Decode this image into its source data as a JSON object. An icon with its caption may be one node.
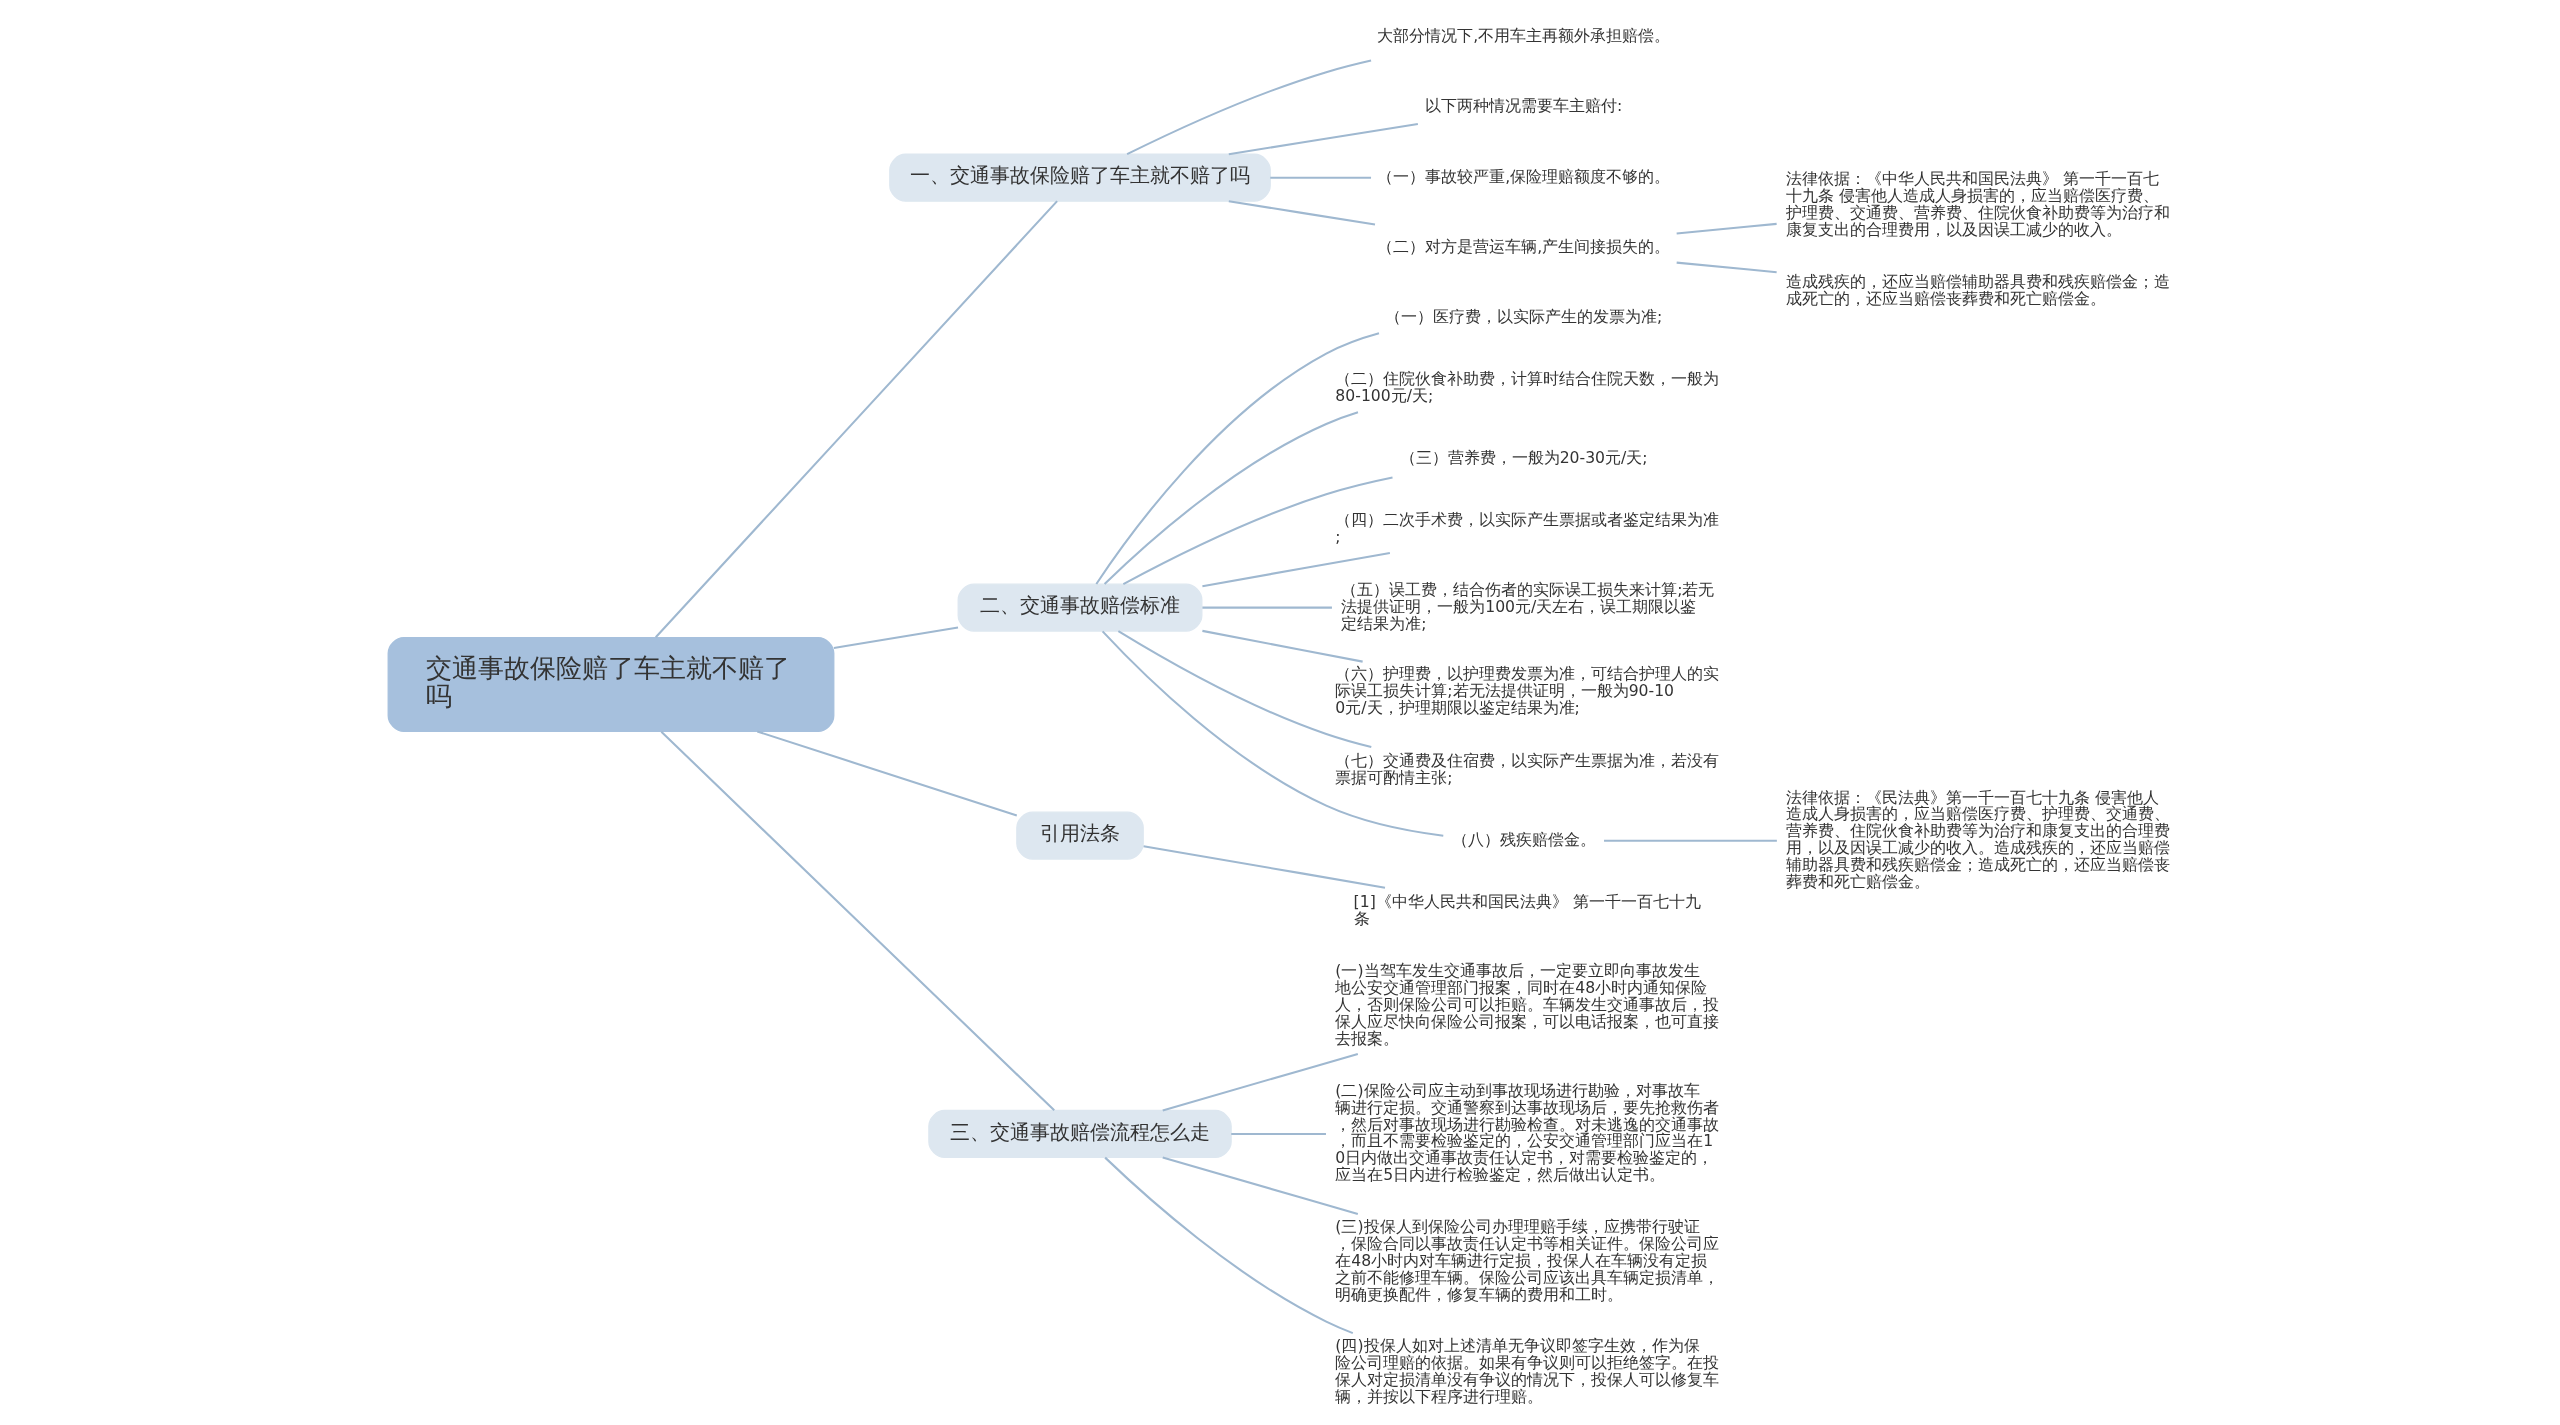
{
  "diagram": {
    "nodes": [
      {
        "text": [
          "交通事故保险赔了车主就不赔了吗"
        ]
      },
      {
        "text": [
          "一、交通事故保险赔了车主就不赔了吗"
        ]
      },
      {
        "text": [
          "大部分情况下,不用车主再额外承担赔偿。"
        ]
      },
      {
        "text": [
          "以下两种情况需要车主赔付:"
        ]
      },
      {
        "text": [
          "（一）事故较严重,保险理赔额度不够的。"
        ]
      },
      {
        "text": [
          "（二）对方是营运车辆,产生间接损失的。"
        ]
      },
      {
        "text": [
          "法律依据：《中华人民共和国民法典》 第一千一百七十九条 侵害他人造成人身损害的，应当赔偿医疗费、护理费、交通费、营养费、住院伙食补助费等为治疗和康复支出的合理费用，以及因误工减少的收入。"
        ]
      },
      {
        "text": [
          "造成残疾的，还应当赔偿辅助器具费和残疾赔偿金；造成死亡的，还应当赔偿丧葬费和死亡赔偿金。"
        ]
      },
      {
        "text": [
          "二、交通事故赔偿标准"
        ]
      },
      {
        "text": [
          "（一）医疗费，以实际产生的发票为准;"
        ]
      },
      {
        "text": [
          "（二）住院伙食补助费，计算时结合住院天数，一般为80-100元/天;"
        ]
      },
      {
        "text": [
          "（三）营养费，一般为20-30元/天;"
        ]
      },
      {
        "text": [
          "（四）二次手术费，以实际产生票据或者鉴定结果为准;"
        ]
      },
      {
        "text": [
          "（五）误工费，结合伤者的实际误工损失来计算;若无法提供证明，一般为100元/天左右，误工期限以鉴定结果为准;"
        ]
      },
      {
        "text": [
          "（六）护理费，以护理费发票为准，可结合护理人的实际误工损失计算;若无法提供证明，一般为90-100元/天，护理期限以鉴定结果为准;"
        ]
      },
      {
        "text": [
          "（七）交通费及住宿费，以实际产生票据为准，若没有票据可酌情主张;"
        ]
      },
      {
        "text": [
          "（八）残疾赔偿金。"
        ]
      },
      {
        "text": [
          "法律依据：《民法典》第一千一百七十九条 侵害他人造成人身损害的，应当赔偿医疗费、护理费、交通费、营养费、住院伙食补助费等为治疗和康复支出的合理费用，以及因误工减少的收入。造成残疾的，还应当赔偿辅助器具费和残疾赔偿金；造成死亡的，还应当赔偿丧葬费和死亡赔偿金。"
        ]
      },
      {
        "text": [
          "引用法条"
        ]
      },
      {
        "text": [
          "[1]《中华人民共和国民法典》 第一千一百七十九条"
        ]
      },
      {
        "text": [
          "三、交通事故赔偿流程怎么走"
        ]
      },
      {
        "text": [
          "(一)当驾车发生交通事故后，一定要立即向事故发生地公安交通管理部门报案，同时在48小时内通知保险人，否则保险公司可以拒赔。车辆发生交通事故后，投保人应尽快向保险公司报案，可以电话报案，也可直接去报案。"
        ]
      },
      {
        "text": [
          "(二)保险公司应主动到事故现场进行勘验，对事故车辆进行定损。交通警察到达事故现场后，要先抢救伤者，然后对事故现场进行勘验检查。对未逃逸的交通事故，而且不需要检验鉴定的，公安交通管理部门应当在10日内做出交通事故责任认定书，对需要检验鉴定的，应当在5日内进行检验鉴定，然后做出认定书。"
        ]
      },
      {
        "text": [
          "(三)投保人到保险公司办理理赔手续，应携带行驶证，保险合同以事故责任认定书等相关证件。保险公司应在48小时内对车辆进行定损，投保人在车辆没有定损之前不能修理车辆。保险公司应该出具车辆定损清单，明确更换配件，修复车辆的费用和工时。"
        ]
      },
      {
        "text": [
          "(四)投保人如对上述清单无争议即签字生效，作为保险公司理赔的依据。如果有争议则可以拒绝签字。在投保人对定损清单没有争议的情况下，投保人可以修复车辆，并按以下程序进行理赔。"
        ]
      }
    ],
    "edges": [
      {
        "from": 0,
        "to": 1,
        "arrow": "none"
      },
      {
        "from": 1,
        "to": 2,
        "arrow": "none"
      },
      {
        "from": 1,
        "to": 3,
        "arrow": "none"
      },
      {
        "from": 1,
        "to": 4,
        "arrow": "none"
      },
      {
        "from": 1,
        "to": 5,
        "arrow": "none"
      },
      {
        "from": 5,
        "to": 6,
        "arrow": "none"
      },
      {
        "from": 5,
        "to": 7,
        "arrow": "none"
      },
      {
        "from": 0,
        "to": 8,
        "arrow": "none"
      },
      {
        "from": 8,
        "to": 9,
        "arrow": "none"
      },
      {
        "from": 8,
        "to": 10,
        "arrow": "none"
      },
      {
        "from": 8,
        "to": 11,
        "arrow": "none"
      },
      {
        "from": 8,
        "to": 12,
        "arrow": "none"
      },
      {
        "from": 8,
        "to": 13,
        "arrow": "none"
      },
      {
        "from": 8,
        "to": 14,
        "arrow": "none"
      },
      {
        "from": 8,
        "to": 15,
        "arrow": "none"
      },
      {
        "from": 8,
        "to": 16,
        "arrow": "none"
      },
      {
        "from": 16,
        "to": 17,
        "arrow": "none"
      },
      {
        "from": 0,
        "to": 18,
        "arrow": "none"
      },
      {
        "from": 18,
        "to": 19,
        "arrow": "none"
      },
      {
        "from": 0,
        "to": 20,
        "arrow": "none"
      },
      {
        "from": 20,
        "to": 21,
        "arrow": "none"
      },
      {
        "from": 20,
        "to": 22,
        "arrow": "none"
      },
      {
        "from": 20,
        "to": 23,
        "arrow": "none"
      },
      {
        "from": 20,
        "to": 24,
        "arrow": "none"
      }
    ]
  }
}
